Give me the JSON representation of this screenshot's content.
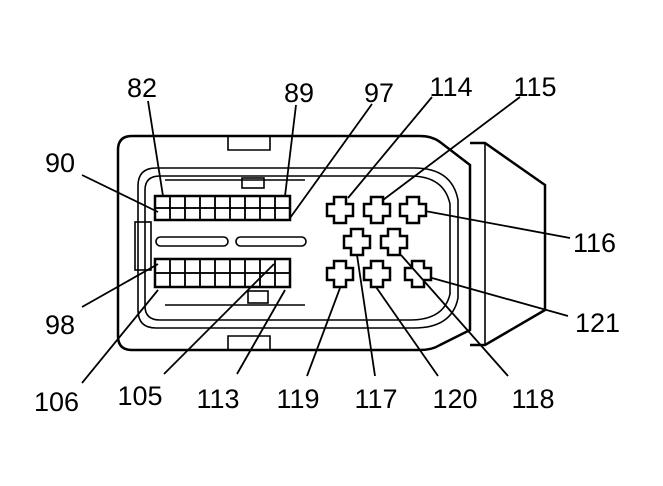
{
  "labels": {
    "p82": "82",
    "p89": "89",
    "p97": "97",
    "p114": "114",
    "p115": "115",
    "p90": "90",
    "p116": "116",
    "p98": "98",
    "p121": "121",
    "p106": "106",
    "p105": "105",
    "p113": "113",
    "p119": "119",
    "p117": "117",
    "p120": "120",
    "p118": "118"
  }
}
